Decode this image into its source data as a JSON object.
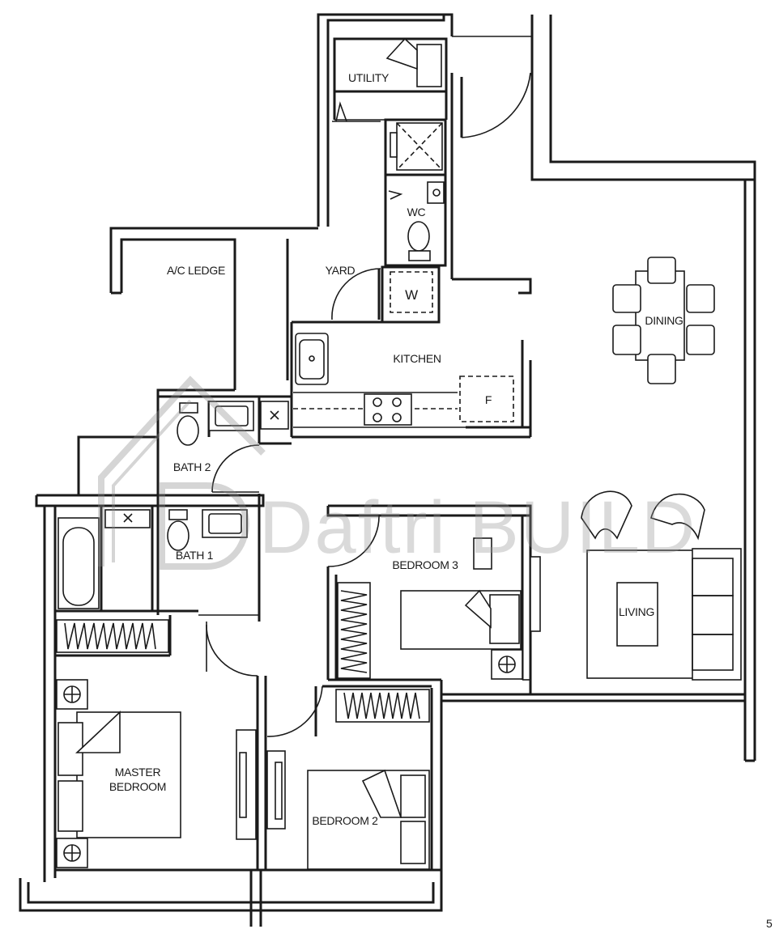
{
  "rooms": {
    "utility": "UTILITY",
    "wc": "WC",
    "ac_ledge": "A/C LEDGE",
    "yard": "YARD",
    "kitchen": "KITCHEN",
    "dining": "DINING",
    "bath2": "BATH 2",
    "bath1": "BATH 1",
    "bedroom3": "BEDROOM 3",
    "living": "LIVING",
    "master_bedroom_line1": "MASTER",
    "master_bedroom_line2": "BEDROOM",
    "bedroom2": "BEDROOM 2"
  },
  "appliances": {
    "washer": "W",
    "fridge": "F"
  },
  "watermark": {
    "text": "Daftri BUILD"
  },
  "page_number": "5"
}
